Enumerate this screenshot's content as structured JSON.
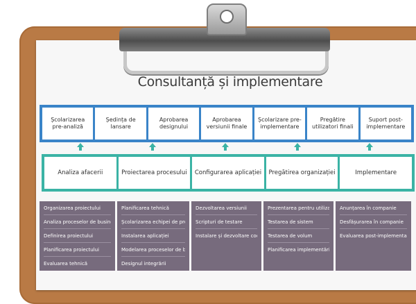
{
  "title": "Consultanță și implementare",
  "phases": [
    "Școlarizarea pre-analiză",
    "Ședința de lansare",
    "Aprobarea designului",
    "Aprobarea versiunii finale",
    "Școlarizare pre-implementare",
    "Pregătire utilizatori finali",
    "Suport post-implementare"
  ],
  "stages": [
    "Analiza afacerii",
    "Proiectarea procesului",
    "Configurarea aplicației",
    "Pregătirea organizației",
    "Implementare"
  ],
  "tasks": [
    [
      "Organizarea proiectului",
      "Analiza proceselor de business",
      "Definirea proiectului",
      "Planificarea proiectului",
      "Evaluarea tehnică"
    ],
    [
      "Planificarea tehnică",
      "Școlarizarea echipei de proiect",
      "Instalarea aplicației",
      "Modelarea proceselor de business",
      "Designul integrării"
    ],
    [
      "Dezvoltarea versiunii",
      "Scripturi de testare",
      "Instalare și dezvoltare cod"
    ],
    [
      "Prezentarea pentru utilizatori",
      "Testarea de sistem",
      "Testarea de volum",
      "Planificarea implementării"
    ],
    [
      "Anunțarea în companie",
      "Desfășurarea în companie",
      "Evaluarea post-implementare"
    ]
  ],
  "colors": {
    "board": "#b97a45",
    "phase_border": "#3a84c8",
    "stage_border": "#3bb3a5",
    "task_bg": "#776b7d"
  }
}
